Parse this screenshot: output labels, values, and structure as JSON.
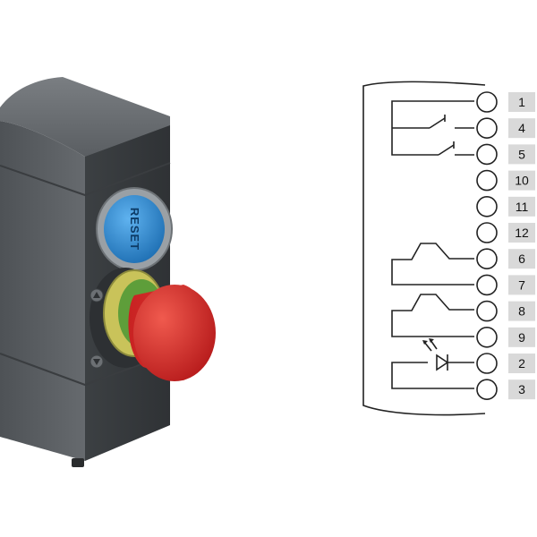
{
  "device": {
    "reset_label": "RESET",
    "colors": {
      "housing": "#5b5f63",
      "reset_button": "#3a8fd6",
      "estop": "#d42a2a",
      "ring": "#c9c35a"
    }
  },
  "diagram": {
    "terminals": [
      "1",
      "4",
      "5",
      "10",
      "11",
      "12",
      "6",
      "7",
      "8",
      "9",
      "2",
      "3"
    ],
    "colors": {
      "line": "#222222",
      "label_box": "#d9d9d9"
    }
  }
}
